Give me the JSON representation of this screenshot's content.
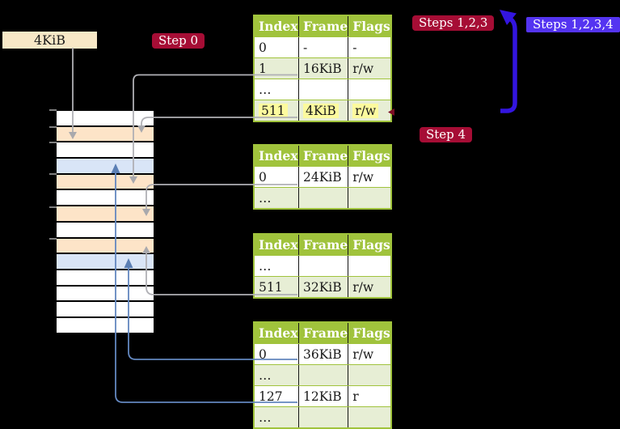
{
  "colors": {
    "bg": "#000000",
    "tbl-green": "#a0c33c",
    "tbl-row-green": "#e7eed5",
    "hl-yellow": "#fcfa9e",
    "badge-red": "#a60d35",
    "badge-violet": "#5434f1",
    "arrow-blue": "#3315e0",
    "mem-orange": "#fde4c8",
    "mem-blue": "#d9e5f7",
    "label-beige": "#f8e8c7",
    "conn-gray": "#b0b0b5",
    "conn-blue": "#6387bf",
    "tick-gray": "#808080"
  },
  "frame_label": "4KiB",
  "badges": {
    "step0": "Step 0",
    "steps123": "Steps 1,2,3",
    "steps1234": "Steps 1,2,3,4",
    "step4": "Step 4"
  },
  "tables": [
    {
      "headers": [
        "Index",
        "Frame",
        "Flags"
      ],
      "rows": [
        {
          "cells": [
            "0",
            "-",
            "-"
          ]
        },
        {
          "cells": [
            "1",
            "16KiB",
            "r/w"
          ]
        },
        {
          "cells": [
            "…",
            "",
            ""
          ]
        },
        {
          "cells": [
            "511",
            "4KiB",
            "r/w"
          ],
          "highlight": true
        }
      ]
    },
    {
      "headers": [
        "Index",
        "Frame",
        "Flags"
      ],
      "rows": [
        {
          "cells": [
            "0",
            "24KiB",
            "r/w"
          ]
        },
        {
          "cells": [
            "…",
            "",
            ""
          ]
        }
      ]
    },
    {
      "headers": [
        "Index",
        "Frame",
        "Flags"
      ],
      "rows": [
        {
          "cells": [
            "…",
            "",
            ""
          ]
        },
        {
          "cells": [
            "511",
            "32KiB",
            "r/w"
          ]
        }
      ]
    },
    {
      "headers": [
        "Index",
        "Frame",
        "Flags"
      ],
      "rows": [
        {
          "cells": [
            "0",
            "36KiB",
            "r/w"
          ]
        },
        {
          "cells": [
            "…",
            "",
            ""
          ]
        },
        {
          "cells": [
            "127",
            "12KiB",
            "r"
          ]
        },
        {
          "cells": [
            "…",
            "",
            ""
          ]
        }
      ]
    }
  ],
  "memory_column": {
    "frame_colors": [
      "white",
      "orange",
      "white",
      "blue",
      "orange",
      "white",
      "orange",
      "white",
      "orange",
      "blue",
      "white",
      "white",
      "white",
      "white"
    ]
  },
  "connections": [
    {
      "name": "label-4kib-to-frame-4kib",
      "color": "gray"
    },
    {
      "name": "table1-entry1-to-frame-16kib",
      "color": "gray"
    },
    {
      "name": "table1-entry511-to-frame-4kib-recursive",
      "color": "gray"
    },
    {
      "name": "table2-entry0-to-frame-24kib",
      "color": "gray"
    },
    {
      "name": "table3-entry511-to-frame-32kib",
      "color": "gray"
    },
    {
      "name": "table4-entry0-to-frame-36kib",
      "color": "blue"
    },
    {
      "name": "table4-entry127-to-frame-12kib",
      "color": "blue"
    },
    {
      "name": "steps-loop-arrow",
      "color": "thick-blue"
    }
  ]
}
